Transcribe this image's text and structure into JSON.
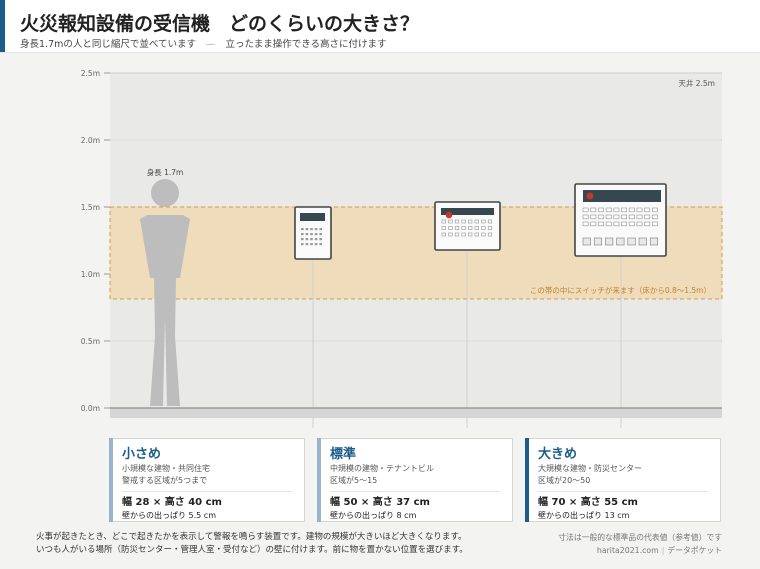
{
  "header": {
    "title": "火災報知設備の受信機　どのくらいの大きさ？",
    "subtitle_a": "身長1.7mの人と同じ縮尺で並べています",
    "subtitle_sep": "—",
    "subtitle_b": "立ったまま操作できる高さに付けます"
  },
  "chart_data": {
    "type": "diagram",
    "y_axis": {
      "ticks": [
        "0.0m",
        "0.5m",
        "1.0m",
        "1.5m",
        "2.0m",
        "2.5m"
      ],
      "range": [
        0,
        2.5
      ]
    },
    "ceiling": {
      "label": "天井 2.5m",
      "value": 2.5
    },
    "person": {
      "label": "身長 1.7m",
      "height": 1.7
    },
    "switch_band": {
      "label": "この帯の中にスイッチが来ます（床から0.8〜1.5m）",
      "from": 0.8,
      "to": 1.5
    },
    "panels": [
      {
        "label": "小さめ",
        "width_cm": 28,
        "height_cm": 40,
        "depth_cm": 5.5
      },
      {
        "label": "標準",
        "width_cm": 50,
        "height_cm": 37,
        "depth_cm": 8
      },
      {
        "label": "大きめ",
        "width_cm": 70,
        "height_cm": 55,
        "depth_cm": 13
      }
    ]
  },
  "cards": [
    {
      "title": "小さめ",
      "desc": "小規模な建物・共同住宅",
      "zone": "警戒する区域が5つまで",
      "size": "幅 28 × 高さ 40 cm",
      "depth": "壁からの出っぱり 5.5 cm"
    },
    {
      "title": "標準",
      "desc": "中規模の建物・テナントビル",
      "zone": "区域が5〜15",
      "size": "幅 50 × 高さ 37 cm",
      "depth": "壁からの出っぱり 8 cm"
    },
    {
      "title": "大きめ",
      "desc": "大規模な建物・防災センター",
      "zone": "区域が20〜50",
      "size": "幅 70 × 高さ 55 cm",
      "depth": "壁からの出っぱり 13 cm"
    }
  ],
  "footer": {
    "line1": "火事が起きたとき、どこで起きたかを表示して警報を鳴らす装置です。建物の規模が大きいほど大きくなります。",
    "line2": "いつも人がいる場所（防災センター・管理人室・受付など）の壁に付けます。前に物を置かない位置を選びます。",
    "note": "寸法は一般的な標準品の代表値（参考値）です",
    "site": "harita2021.com",
    "bar": "|",
    "brand": "データポケット"
  },
  "colors": {
    "accent": "#1d5c8a",
    "band_fill": "#efdcbb",
    "band_stroke": "#d09a4a",
    "band_text": "#c0832f",
    "person": "#bdbdbd",
    "indicator": "#c0392b",
    "display": "#37474f",
    "floor": "#d6d6d6"
  }
}
